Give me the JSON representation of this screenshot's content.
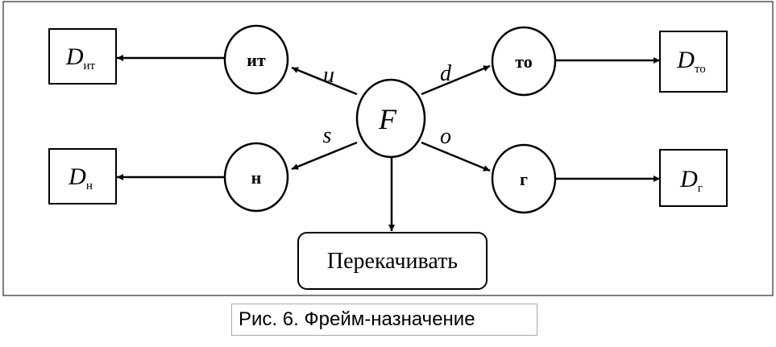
{
  "diagram": {
    "center": {
      "label": "F"
    },
    "slots": [
      {
        "id": "it",
        "label": "ит",
        "edge": "u",
        "target_main": "D",
        "target_sub": "ит"
      },
      {
        "id": "to",
        "label": "то",
        "edge": "d",
        "target_main": "D",
        "target_sub": "то"
      },
      {
        "id": "n",
        "label": "н",
        "edge": "s",
        "target_main": "D",
        "target_sub": "н"
      },
      {
        "id": "g",
        "label": "г",
        "edge": "o",
        "target_main": "D",
        "target_sub": "г"
      }
    ],
    "action": {
      "label": "Перекачивать"
    }
  },
  "caption": {
    "text": "Рис. 6. Фрейм-назначение"
  }
}
